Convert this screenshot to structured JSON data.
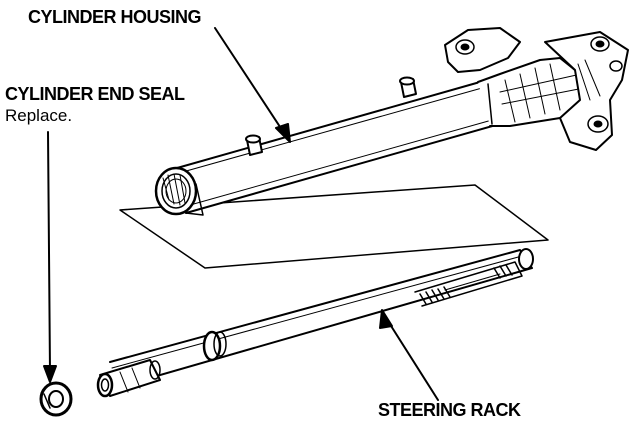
{
  "labels": {
    "cylinder_housing": "CYLINDER HOUSING",
    "cylinder_end_seal": "CYLINDER END SEAL",
    "cylinder_end_seal_note": "Replace.",
    "steering_rack": "STEERING RACK"
  },
  "colors": {
    "ink": "#000000",
    "paper": "#ffffff"
  }
}
